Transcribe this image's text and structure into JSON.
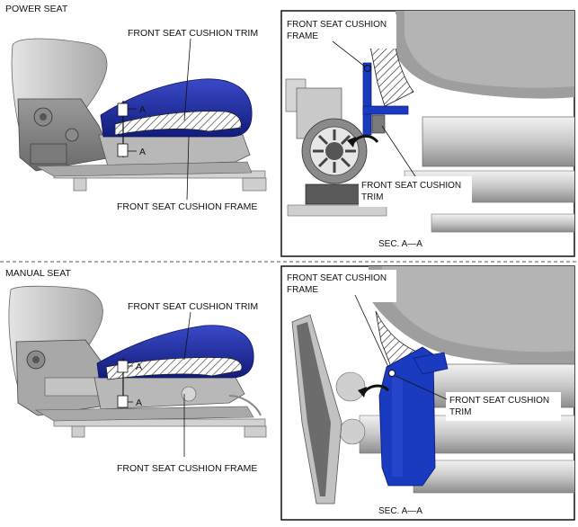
{
  "sections": [
    {
      "title": "POWER SEAT",
      "labels": {
        "cushion_trim": "FRONT SEAT CUSHION TRIM",
        "cushion_frame": "FRONT SEAT CUSHION FRAME",
        "section_mark_top": "A",
        "section_mark_bottom": "A"
      },
      "detail": {
        "frame_label_line1": "FRONT SEAT CUSHION",
        "frame_label_line2": "FRAME",
        "trim_label_line1": "FRONT SEAT CUSHION",
        "trim_label_line2": "TRIM",
        "caption": "SEC. A—A"
      }
    },
    {
      "title": "MANUAL SEAT",
      "labels": {
        "cushion_trim": "FRONT SEAT CUSHION TRIM",
        "cushion_frame": "FRONT SEAT CUSHION FRAME",
        "section_mark_top": "A",
        "section_mark_bottom": "A"
      },
      "detail": {
        "frame_label_line1": "FRONT SEAT CUSHION",
        "frame_label_line2": "FRAME",
        "trim_label_line1": "FRONT SEAT CUSHION",
        "trim_label_line2": "TRIM",
        "caption": "SEC. A—A"
      }
    }
  ],
  "colors": {
    "trim_blue": "#1f2a9e",
    "frame_blue": "#1a3bbf",
    "metal_gray": "#bdbdbd",
    "divider": "#555555"
  }
}
